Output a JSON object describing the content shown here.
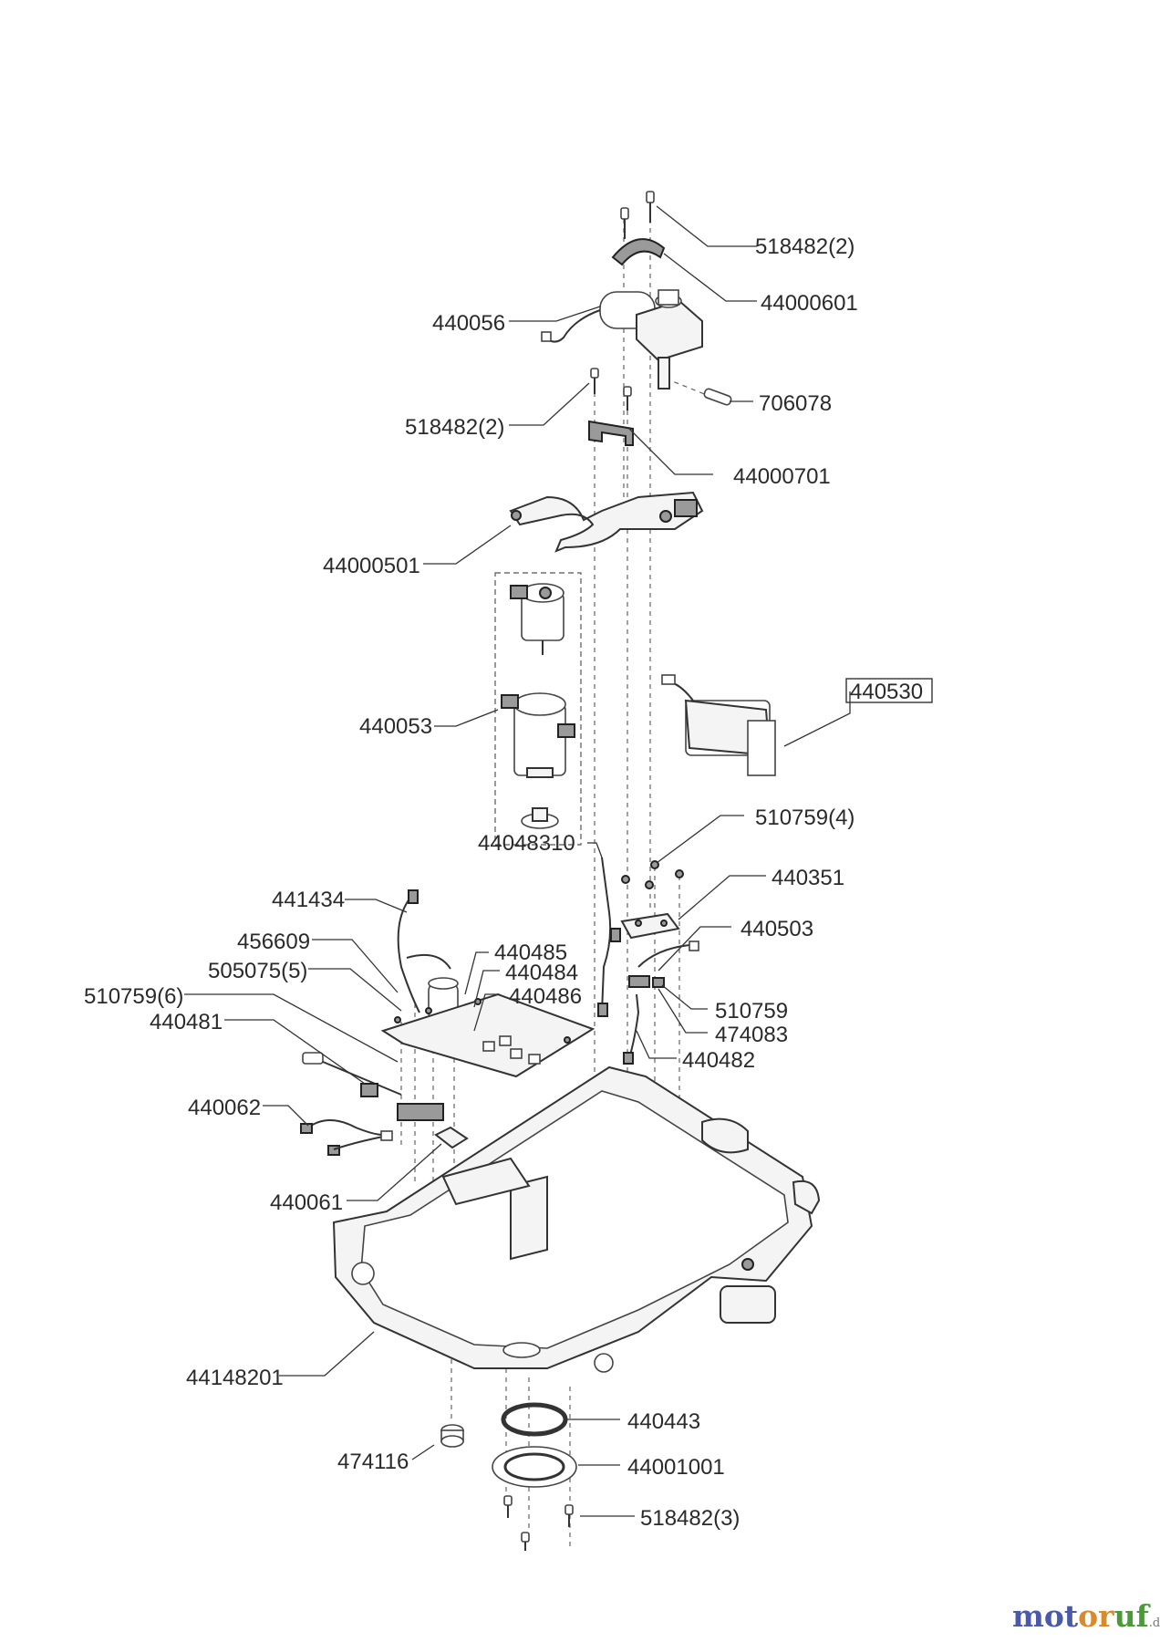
{
  "labels": {
    "p518482_2_top": "518482(2)",
    "p44000601": "44000601",
    "p440056": "440056",
    "p706078": "706078",
    "p518482_2_mid": "518482(2)",
    "p44000701": "44000701",
    "p44000501": "44000501",
    "p440530": "440530",
    "p440053": "440053",
    "p510759_4": "510759(4)",
    "p44048310": "44048310",
    "p440351": "440351",
    "p441434": "441434",
    "p440503": "440503",
    "p456609": "456609",
    "p440485": "440485",
    "p505075_5": "505075(5)",
    "p440484": "440484",
    "p510759_6": "510759(6)",
    "p440486": "440486",
    "p510759": "510759",
    "p440481": "440481",
    "p474083": "474083",
    "p440482": "440482",
    "p440062": "440062",
    "p440061": "440061",
    "p44148201": "44148201",
    "p440443": "440443",
    "p474116": "474116",
    "p44001001": "44001001",
    "p518482_3": "518482(3)"
  },
  "watermark": {
    "part1": "mot",
    "part2": "or",
    "part3": "uf",
    "suffix": ".de"
  }
}
